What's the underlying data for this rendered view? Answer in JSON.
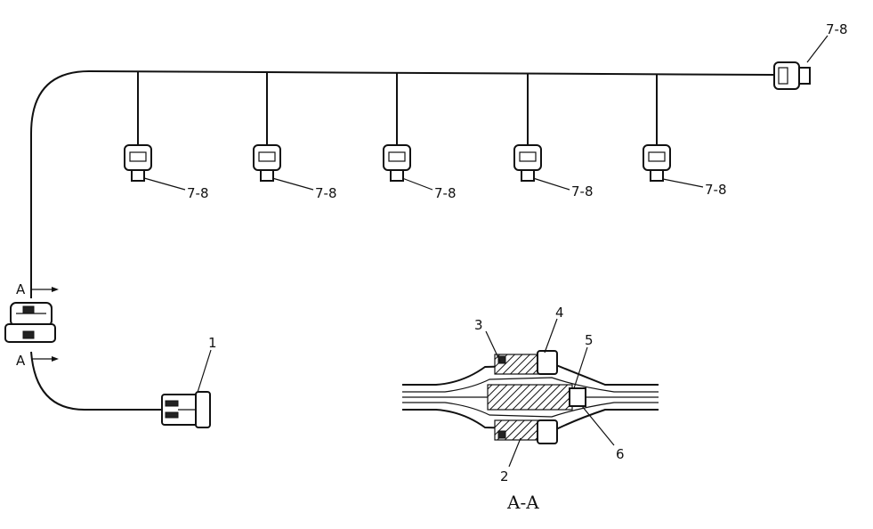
{
  "labels": {
    "connector_ref": "7-8",
    "part_1": "1",
    "part_2": "2",
    "part_3": "3",
    "part_4": "4",
    "part_5": "5",
    "part_6": "6",
    "section_mark": "A",
    "section_title": "A-A"
  }
}
